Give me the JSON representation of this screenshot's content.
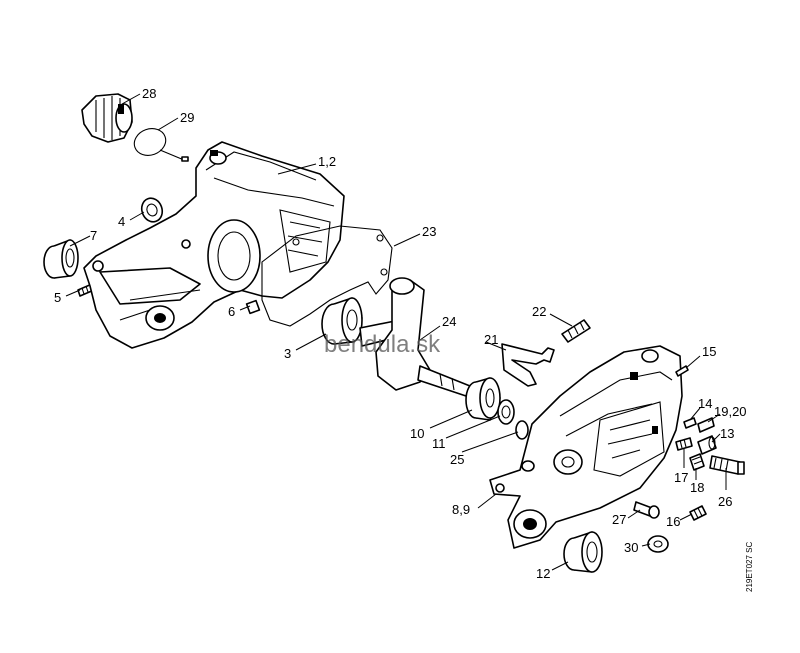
{
  "watermark": "bendula.sk",
  "reference_code": "219ET027 SC",
  "callouts": {
    "c28": "28",
    "c29": "29",
    "c12a": "1,2",
    "c4": "4",
    "c7": "7",
    "c23": "23",
    "c5": "5",
    "c6": "6",
    "c22": "22",
    "c3": "3",
    "c24": "24",
    "c21": "21",
    "c15": "15",
    "c14": "14",
    "c1920": "19,20",
    "c13": "13",
    "c10": "10",
    "c11": "11",
    "c25": "25",
    "c17": "17",
    "c18": "18",
    "c26": "26",
    "c89": "8,9",
    "c27": "27",
    "c16": "16",
    "c30": "30",
    "c12": "12"
  }
}
